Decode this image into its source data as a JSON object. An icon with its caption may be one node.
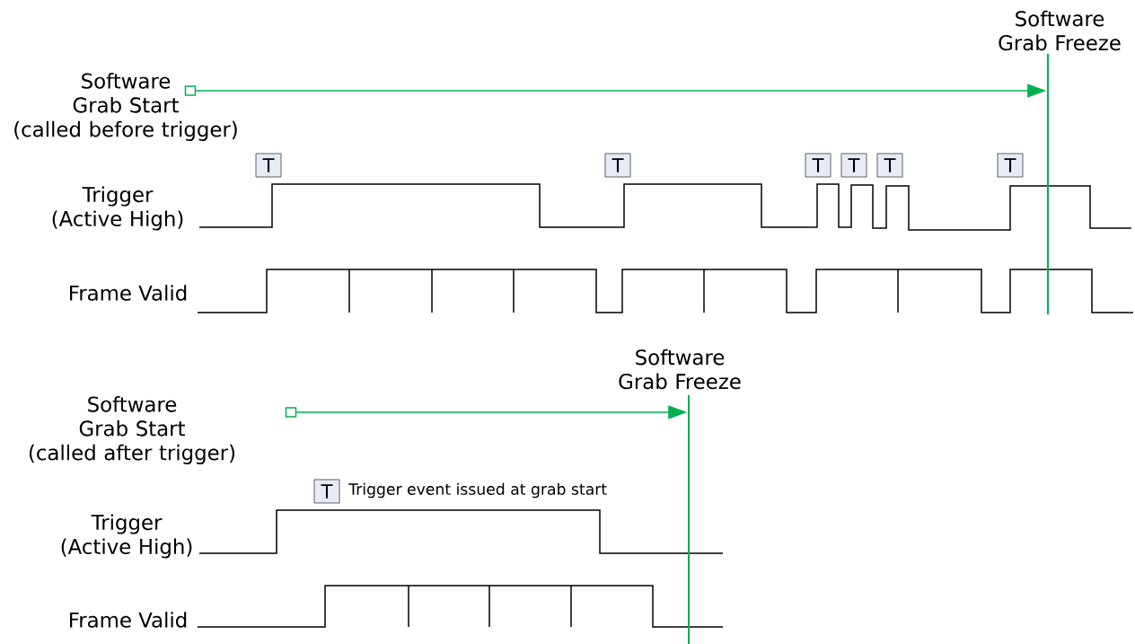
{
  "diagram": {
    "nodes": [
      {
        "text": [
          "Software Grab Freeze"
        ]
      },
      {
        "text": [],
        "shape": "box"
      },
      {
        "text": [
          "T"
        ]
      },
      {
        "text": [
          "T"
        ]
      },
      {
        "text": [
          "T"
        ]
      },
      {
        "text": [
          "T"
        ]
      },
      {
        "text": [
          "T"
        ]
      },
      {
        "text": [
          "T"
        ]
      },
      {
        "text": [
          "Software Grab Freeze"
        ]
      },
      {
        "text": [],
        "shape": "box"
      },
      {
        "text": [
          "T"
        ],
        "beside": [
          "Trigger event issued at grab start"
        ]
      }
    ],
    "edges": [
      {
        "from": 1,
        "to": 0,
        "arrow": "to"
      },
      {
        "from": 9,
        "to": 8,
        "arrow": "to"
      }
    ],
    "labels": [
      "Software Grab Start (called before trigger)",
      "Trigger (Active High)",
      "Frame Valid",
      "Software Grab Start (called after trigger)",
      "Trigger (Active High)",
      "Frame Valid"
    ]
  }
}
